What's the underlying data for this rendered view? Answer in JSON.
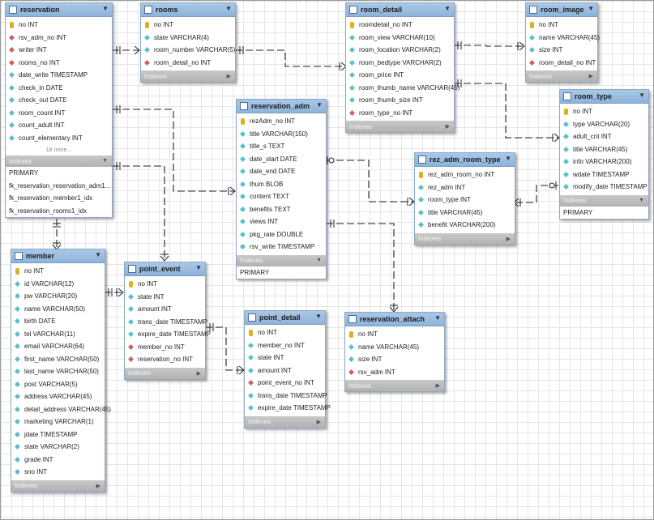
{
  "colors": {
    "header": "#9bbde0",
    "grid": "#e6e6e6",
    "index_bar": "#bdbdbd",
    "primary_key": "#e0b020",
    "column": "#5bbfc9",
    "foreign_key": "#d06060"
  },
  "tables": {
    "reservation": {
      "name": "reservation",
      "columns": [
        {
          "text": "no INT",
          "kind": "pk"
        },
        {
          "text": "rsv_adm_no INT",
          "kind": "fk"
        },
        {
          "text": "writer INT",
          "kind": "fk"
        },
        {
          "text": "rooms_no INT",
          "kind": "fk"
        },
        {
          "text": "date_write TIMESTAMP",
          "kind": "col"
        },
        {
          "text": "check_in DATE",
          "kind": "col"
        },
        {
          "text": "check_out DATE",
          "kind": "col"
        },
        {
          "text": "room_count INT",
          "kind": "col"
        },
        {
          "text": "count_adult INT",
          "kind": "col"
        },
        {
          "text": "count_elementary INT",
          "kind": "col"
        }
      ],
      "more": "18 more...",
      "indexes_label": "Indexes",
      "indexes": [
        "PRIMARY",
        "fk_reservation_reservation_adm1...",
        "fk_reservation_member1_idx",
        "fk_reservation_rooms1_idx"
      ]
    },
    "rooms": {
      "name": "rooms",
      "columns": [
        {
          "text": "no INT",
          "kind": "pk"
        },
        {
          "text": "state VARCHAR(4)",
          "kind": "col"
        },
        {
          "text": "room_number VARCHAR(5)",
          "kind": "col"
        },
        {
          "text": "room_detail_no INT",
          "kind": "fk"
        }
      ],
      "indexes_label": "Indexes"
    },
    "room_detail": {
      "name": "room_detail",
      "columns": [
        {
          "text": "roomdetail_no INT",
          "kind": "pk"
        },
        {
          "text": "room_view VARCHAR(10)",
          "kind": "col"
        },
        {
          "text": "room_location VARCHAR(2)",
          "kind": "col"
        },
        {
          "text": "room_bedtype VARCHAR(2)",
          "kind": "col"
        },
        {
          "text": "room_price INT",
          "kind": "col"
        },
        {
          "text": "room_thumb_name VARCHAR(45)",
          "kind": "col"
        },
        {
          "text": "room_thumb_size INT",
          "kind": "col"
        },
        {
          "text": "room_type_no INT",
          "kind": "fk"
        }
      ],
      "indexes_label": "Indexes"
    },
    "room_image": {
      "name": "room_image",
      "columns": [
        {
          "text": "no INT",
          "kind": "pk"
        },
        {
          "text": "name VARCHAR(45)",
          "kind": "col"
        },
        {
          "text": "size INT",
          "kind": "col"
        },
        {
          "text": "room_detail_no INT",
          "kind": "fk"
        }
      ],
      "indexes_label": "Indexes"
    },
    "room_type": {
      "name": "room_type",
      "columns": [
        {
          "text": "no INT",
          "kind": "pk"
        },
        {
          "text": "type VARCHAR(20)",
          "kind": "col"
        },
        {
          "text": "adult_cnt INT",
          "kind": "col"
        },
        {
          "text": "title VARCHAR(45)",
          "kind": "col"
        },
        {
          "text": "info VARCHAR(200)",
          "kind": "col"
        },
        {
          "text": "wdate TIMESTAMP",
          "kind": "col"
        },
        {
          "text": "modify_date TIMESTAMP",
          "kind": "col"
        }
      ],
      "indexes_label": "Indexes",
      "indexes": [
        "PRIMARY"
      ]
    },
    "reservation_adm": {
      "name": "reservation_adm",
      "columns": [
        {
          "text": "rezAdm_no INT",
          "kind": "pk"
        },
        {
          "text": "title VARCHAR(150)",
          "kind": "col"
        },
        {
          "text": "title_s TEXT",
          "kind": "col"
        },
        {
          "text": "date_start DATE",
          "kind": "col"
        },
        {
          "text": "date_end DATE",
          "kind": "col"
        },
        {
          "text": "thum BLOB",
          "kind": "col"
        },
        {
          "text": "content TEXT",
          "kind": "col"
        },
        {
          "text": "benefits TEXT",
          "kind": "col"
        },
        {
          "text": "views INT",
          "kind": "col"
        },
        {
          "text": "pkg_rate DOUBLE",
          "kind": "col"
        },
        {
          "text": "rsv_write TIMESTAMP",
          "kind": "col"
        }
      ],
      "indexes_label": "Indexes",
      "indexes": [
        "PRIMARY"
      ]
    },
    "rez_adm_room_type": {
      "name": "rez_adm_room_type",
      "columns": [
        {
          "text": "rez_adm_room_no INT",
          "kind": "pk"
        },
        {
          "text": "rez_adm INT",
          "kind": "col"
        },
        {
          "text": "room_type INT",
          "kind": "col"
        },
        {
          "text": "title VARCHAR(45)",
          "kind": "col"
        },
        {
          "text": "benefit VARCHAR(200)",
          "kind": "col"
        }
      ],
      "indexes_label": "Indexes"
    },
    "member": {
      "name": "member",
      "columns": [
        {
          "text": "no INT",
          "kind": "pk"
        },
        {
          "text": "id VARCHAR(12)",
          "kind": "col"
        },
        {
          "text": "pw VARCHAR(20)",
          "kind": "col"
        },
        {
          "text": "name VARCHAR(50)",
          "kind": "col"
        },
        {
          "text": "birth DATE",
          "kind": "col"
        },
        {
          "text": "tel VARCHAR(11)",
          "kind": "col"
        },
        {
          "text": "email VARCHAR(64)",
          "kind": "col"
        },
        {
          "text": "first_name VARCHAR(50)",
          "kind": "col"
        },
        {
          "text": "last_name VARCHAR(50)",
          "kind": "col"
        },
        {
          "text": "post VARCHAR(5)",
          "kind": "col"
        },
        {
          "text": "address VARCHAR(45)",
          "kind": "col"
        },
        {
          "text": "detail_address VARCHAR(45)",
          "kind": "col"
        },
        {
          "text": "marketing VARCHAR(1)",
          "kind": "col"
        },
        {
          "text": "jdate TIMESTAMP",
          "kind": "col"
        },
        {
          "text": "state VARCHAR(2)",
          "kind": "col"
        },
        {
          "text": "grade INT",
          "kind": "col"
        },
        {
          "text": "sno INT",
          "kind": "col"
        }
      ],
      "indexes_label": "Indexes"
    },
    "point_event": {
      "name": "point_event",
      "columns": [
        {
          "text": "no INT",
          "kind": "pk"
        },
        {
          "text": "state INT",
          "kind": "col"
        },
        {
          "text": "amount INT",
          "kind": "col"
        },
        {
          "text": "trans_date TIMESTAMP",
          "kind": "col"
        },
        {
          "text": "expire_date TIMESTAMP",
          "kind": "col"
        },
        {
          "text": "member_no INT",
          "kind": "fk"
        },
        {
          "text": "reservation_no INT",
          "kind": "fk"
        }
      ],
      "indexes_label": "Indexes"
    },
    "point_detail": {
      "name": "point_detail",
      "columns": [
        {
          "text": "no INT",
          "kind": "pk"
        },
        {
          "text": "member_no INT",
          "kind": "col"
        },
        {
          "text": "state INT",
          "kind": "col"
        },
        {
          "text": "amount INT",
          "kind": "col"
        },
        {
          "text": "point_event_no INT",
          "kind": "fk"
        },
        {
          "text": "trans_date TIMESTAMP",
          "kind": "col"
        },
        {
          "text": "expire_date TIMESTAMP",
          "kind": "col"
        }
      ],
      "indexes_label": "Indexes"
    },
    "reservation_attach": {
      "name": "reservation_attach",
      "columns": [
        {
          "text": "no INT",
          "kind": "pk"
        },
        {
          "text": "name VARCHAR(45)",
          "kind": "col"
        },
        {
          "text": "size INT",
          "kind": "col"
        },
        {
          "text": "rsv_adm INT",
          "kind": "fk"
        }
      ],
      "indexes_label": "Indexes"
    }
  }
}
